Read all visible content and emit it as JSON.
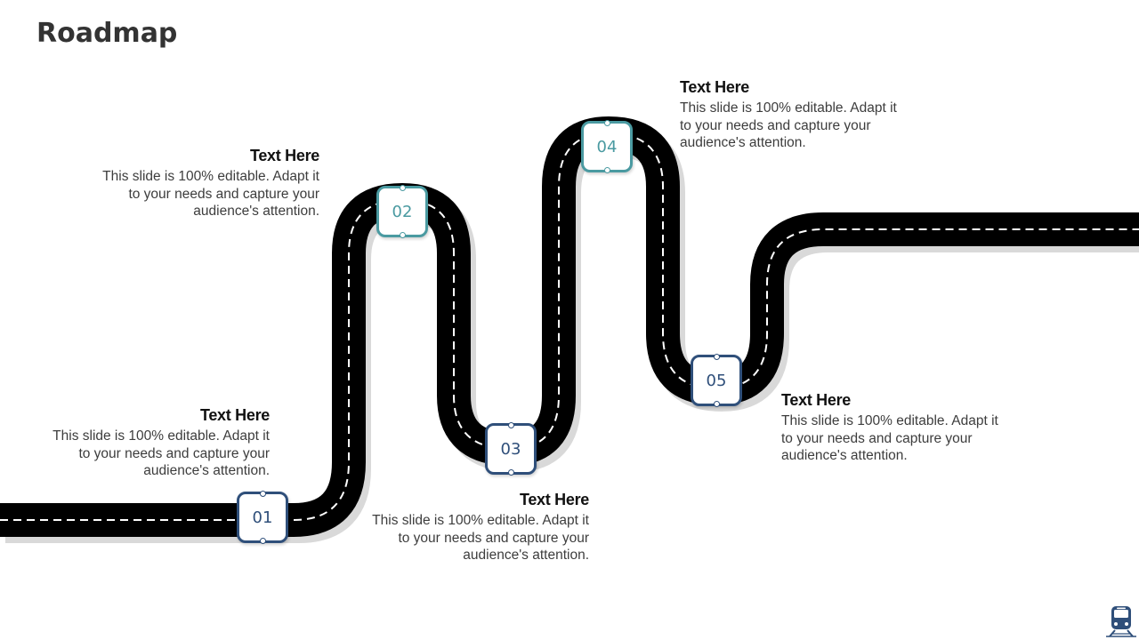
{
  "title": "Roadmap",
  "colors": {
    "road": "#000000",
    "road_lines": "#ffffff",
    "road_shadow": "#d9d9d9",
    "marker_blue": "#2f4f7a",
    "marker_teal": "#4a9aa1",
    "icon": "#2f4f7a"
  },
  "milestones": [
    {
      "number": "01",
      "heading": "Text Here",
      "body": "This slide is 100% editable. Adapt it to your needs and capture your audience's attention."
    },
    {
      "number": "02",
      "heading": "Text Here",
      "body": "This slide is 100% editable. Adapt it to your needs and capture your audience's attention."
    },
    {
      "number": "03",
      "heading": "Text Here",
      "body": "This slide is 100% editable. Adapt it to your needs and capture your audience's attention."
    },
    {
      "number": "04",
      "heading": "Text Here",
      "body": "This slide is 100% editable. Adapt it to your needs and capture your audience's attention."
    },
    {
      "number": "05",
      "heading": "Text Here",
      "body": "This slide is 100% editable. Adapt it to your needs and capture your audience's attention."
    }
  ],
  "icons": {
    "corner": "train-icon"
  }
}
